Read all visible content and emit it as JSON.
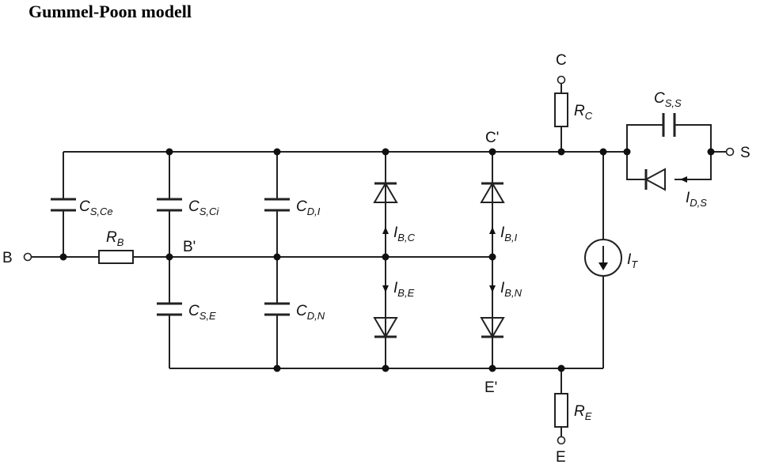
{
  "title": "Gummel-Poon modell",
  "nodes": {
    "B": "B",
    "B_prime": "B'",
    "C": "C",
    "C_prime": "C'",
    "E": "E",
    "E_prime": "E'",
    "S": "S"
  },
  "components": {
    "C_S_Ce": {
      "main": "C",
      "sub": "S,Ce"
    },
    "C_S_Ci": {
      "main": "C",
      "sub": "S,Ci"
    },
    "C_S_E": {
      "main": "C",
      "sub": "S,E"
    },
    "C_D_I": {
      "main": "C",
      "sub": "D,I"
    },
    "C_D_N": {
      "main": "C",
      "sub": "D,N"
    },
    "C_S_S": {
      "main": "C",
      "sub": "S,S"
    },
    "R_B": {
      "main": "R",
      "sub": "B"
    },
    "R_C": {
      "main": "R",
      "sub": "C"
    },
    "R_E": {
      "main": "R",
      "sub": "E"
    },
    "I_B_C": {
      "main": "I",
      "sub": "B,C"
    },
    "I_B_I": {
      "main": "I",
      "sub": "B,I"
    },
    "I_B_E": {
      "main": "I",
      "sub": "B,E"
    },
    "I_B_N": {
      "main": "I",
      "sub": "B,N"
    },
    "I_T": {
      "main": "I",
      "sub": "T"
    },
    "I_D_S": {
      "main": "I",
      "sub": "D,S"
    }
  }
}
